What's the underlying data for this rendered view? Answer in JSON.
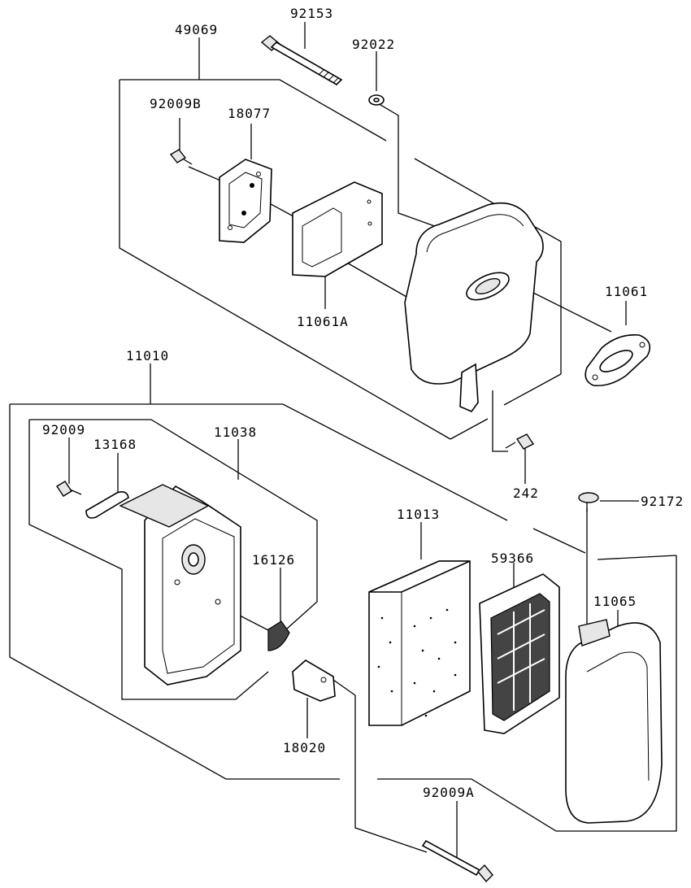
{
  "parts": [
    {
      "id": "p92153",
      "number": "92153"
    },
    {
      "id": "p49069",
      "number": "49069"
    },
    {
      "id": "p92022",
      "number": "92022"
    },
    {
      "id": "p92009B",
      "number": "92009B"
    },
    {
      "id": "p18077",
      "number": "18077"
    },
    {
      "id": "p11061A",
      "number": "11061A"
    },
    {
      "id": "p11061",
      "number": "11061"
    },
    {
      "id": "p11010",
      "number": "11010"
    },
    {
      "id": "p92009",
      "number": "92009"
    },
    {
      "id": "p13168",
      "number": "13168"
    },
    {
      "id": "p11038",
      "number": "11038"
    },
    {
      "id": "p16126",
      "number": "16126"
    },
    {
      "id": "p242",
      "number": "242"
    },
    {
      "id": "p92172",
      "number": "92172"
    },
    {
      "id": "p11013",
      "number": "11013"
    },
    {
      "id": "p59366",
      "number": "59366"
    },
    {
      "id": "p11065",
      "number": "11065"
    },
    {
      "id": "p18020",
      "number": "18020"
    },
    {
      "id": "p92009A",
      "number": "92009A"
    }
  ]
}
